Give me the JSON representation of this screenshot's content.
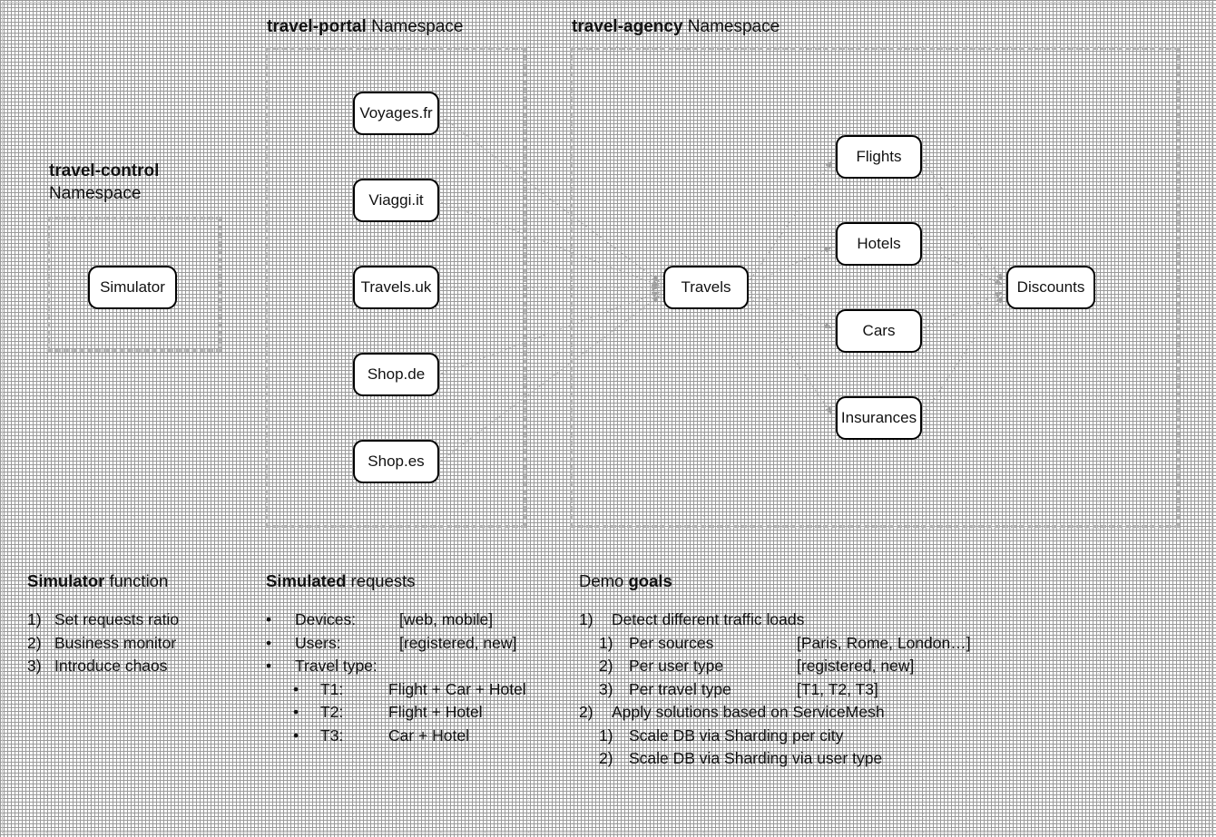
{
  "diagram": {
    "namespaces": [
      {
        "id": "travel-control",
        "name_bold": "travel-control",
        "name_rest": "Namespace",
        "label_mode": "stacked"
      },
      {
        "id": "travel-portal",
        "name_bold": "travel-portal",
        "name_rest": " Namespace",
        "label_mode": "inline"
      },
      {
        "id": "travel-agency",
        "name_bold": "travel-agency",
        "name_rest": " Namespace",
        "label_mode": "inline"
      }
    ],
    "nodes": {
      "simulator": "Simulator",
      "voyages": "Voyages.fr",
      "viaggi": "Viaggi.it",
      "travelsuk": "Travels.uk",
      "shopde": "Shop.de",
      "shopes": "Shop.es",
      "travels": "Travels",
      "flights": "Flights",
      "hotels": "Hotels",
      "cars": "Cars",
      "insurances": "Insurances",
      "discounts": "Discounts"
    },
    "colors": {
      "node_border": "#000000",
      "node_fill": "#ffffff",
      "namespace_border": "#b3b3b3",
      "connector": "#aaaaaa",
      "grid_dot": "#9a9a9a",
      "page_border": "#c8c8c8"
    }
  },
  "legend": {
    "simulator_function": {
      "title_bold": "Simulator",
      "title_rest": " function",
      "items": [
        {
          "marker": "1)",
          "text": "Set requests ratio"
        },
        {
          "marker": "2)",
          "text": "Business monitor"
        },
        {
          "marker": "3)",
          "text": "Introduce chaos"
        }
      ]
    },
    "simulated_requests": {
      "title_bold": "Simulated",
      "title_rest": " requests",
      "items": [
        {
          "marker": "•",
          "text": "Devices:",
          "value": "[web, mobile]",
          "level": 1
        },
        {
          "marker": "•",
          "text": "Users:",
          "value": "[registered, new]",
          "level": 1
        },
        {
          "marker": "•",
          "text": "Travel type:",
          "value": "",
          "level": 1
        },
        {
          "marker": "•",
          "text": "T1:",
          "value": "Flight + Car + Hotel",
          "level": 2
        },
        {
          "marker": "•",
          "text": "T2:",
          "value": "Flight + Hotel",
          "level": 2
        },
        {
          "marker": "•",
          "text": "T3:",
          "value": "Car + Hotel",
          "level": 2
        }
      ]
    },
    "demo_goals": {
      "title_plain": "Demo ",
      "title_bold": "goals",
      "items": [
        {
          "marker": "1)",
          "text": "Detect different traffic loads",
          "value": "",
          "level": 1
        },
        {
          "marker": "1)",
          "text": "Per sources",
          "value": "[Paris, Rome, London…]",
          "level": 2
        },
        {
          "marker": "2)",
          "text": "Per user type",
          "value": "[registered, new]",
          "level": 2
        },
        {
          "marker": "3)",
          "text": "Per travel type",
          "value": "[T1, T2, T3]",
          "level": 2
        },
        {
          "marker": "2)",
          "text": "Apply solutions based on ServiceMesh",
          "value": "",
          "level": 1
        },
        {
          "marker": "1)",
          "text": "Scale DB via Sharding per city",
          "value": "",
          "level": 2
        },
        {
          "marker": "2)",
          "text": "Scale DB via Sharding via user type",
          "value": "",
          "level": 2
        }
      ]
    }
  }
}
